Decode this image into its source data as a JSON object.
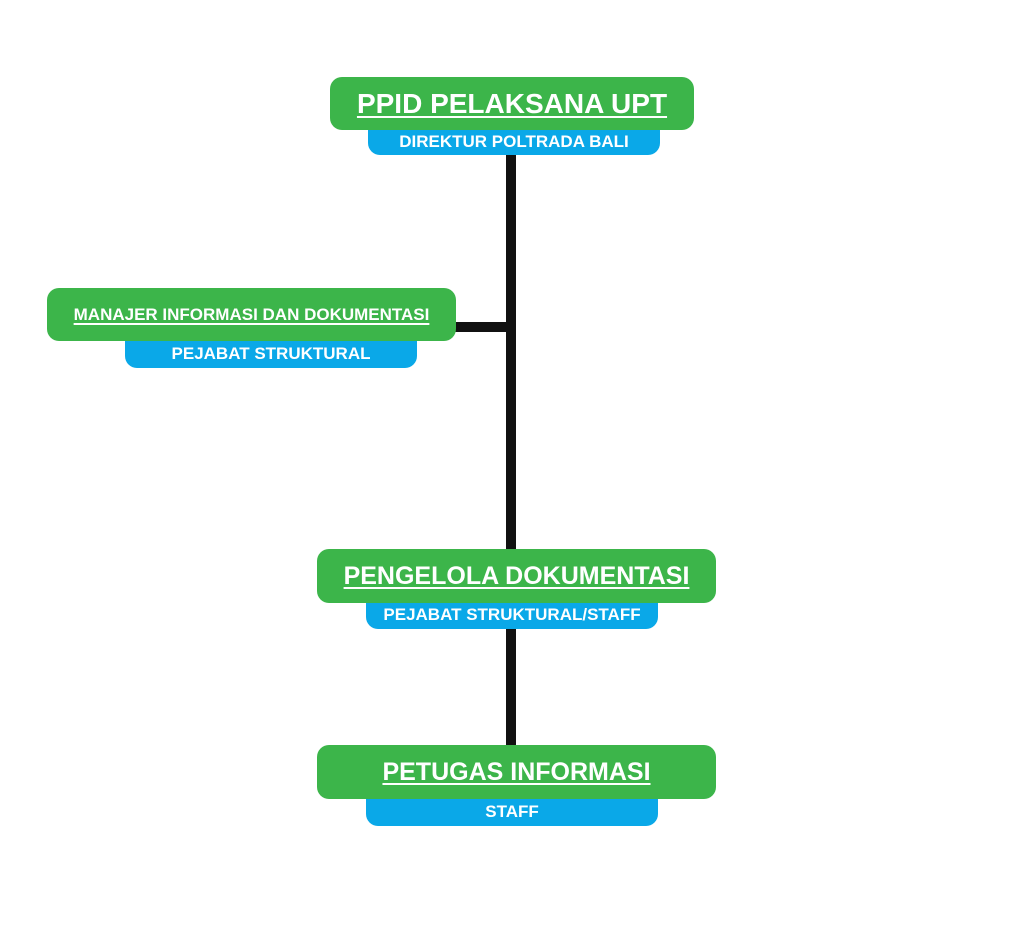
{
  "colors": {
    "title_background": "#3cb54a",
    "subtitle_background": "#0aa8e8",
    "text": "#ffffff",
    "connector": "#111111"
  },
  "nodes": [
    {
      "title": "PPID PELAKSANA UPT",
      "subtitle": "DIREKTUR POLTRADA BALI"
    },
    {
      "title": "MANAJER INFORMASI DAN DOKUMENTASI",
      "subtitle": "PEJABAT STRUKTURAL"
    },
    {
      "title": "PENGELOLA DOKUMENTASI",
      "subtitle": "PEJABAT STRUKTURAL/STAFF"
    },
    {
      "title": "PETUGAS INFORMASI",
      "subtitle": "STAFF"
    }
  ]
}
